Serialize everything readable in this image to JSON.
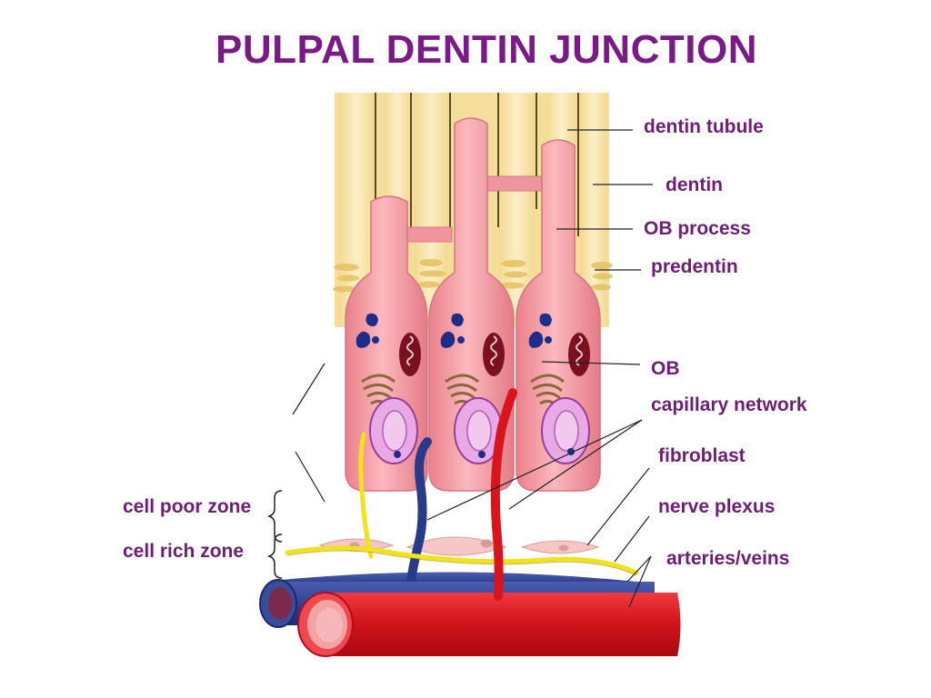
{
  "title": "PULPAL DENTIN JUNCTION",
  "labels": {
    "dentin_tubule": "dentin tubule",
    "dentin": "dentin",
    "ob_process": "OB process",
    "predentin": "predentin",
    "ob": "OB",
    "capillary_network": "capillary network",
    "fibroblast": "fibroblast",
    "nerve_plexus": "nerve plexus",
    "arteries_veins": "arteries/veins",
    "cell_poor_zone": "cell poor zone",
    "cell_rich_zone": "cell rich zone"
  },
  "colors": {
    "title": "#7a1a86",
    "label": "#6e1f73",
    "dentin": "#f6e2a4",
    "odontoblast": "#f29aa2",
    "nucleus": "#e9a8e6",
    "nerve": "#f2e218",
    "vein": "#283a8a",
    "artery": "#d8141c",
    "leader_line": "#222222"
  }
}
